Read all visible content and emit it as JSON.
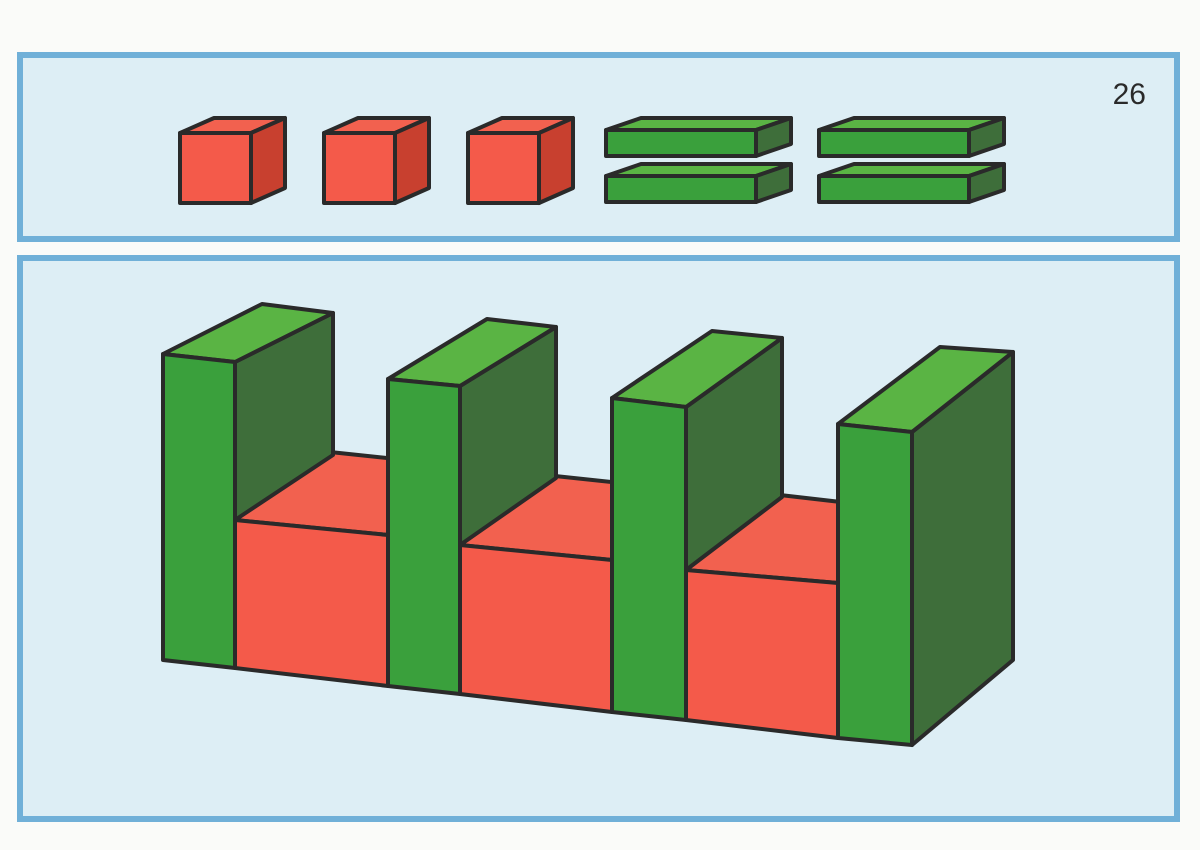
{
  "page": {
    "number": "26"
  },
  "colors": {
    "panel_border": "#70b0d8",
    "panel_background": "#ddeef5",
    "outline": "#2a2a2a",
    "red_front": "#f45a4a",
    "red_top": "#f2614f",
    "red_side": "#c8402f",
    "green_front": "#3aa03c",
    "green_top": "#5ab444",
    "green_side": "#3e6e3a"
  },
  "pieces_panel": {
    "cubes": [
      {
        "color": "red",
        "shape": "cube"
      },
      {
        "color": "red",
        "shape": "cube"
      },
      {
        "color": "red",
        "shape": "cube"
      }
    ],
    "plates": [
      {
        "color": "green",
        "shape": "flat-plate"
      },
      {
        "color": "green",
        "shape": "flat-plate"
      },
      {
        "color": "green",
        "shape": "flat-plate"
      },
      {
        "color": "green",
        "shape": "flat-plate"
      }
    ]
  },
  "construction": {
    "uprights": [
      {
        "color": "green",
        "shape": "standing-plate"
      },
      {
        "color": "green",
        "shape": "standing-plate"
      },
      {
        "color": "green",
        "shape": "standing-plate"
      },
      {
        "color": "green",
        "shape": "standing-plate"
      }
    ],
    "cubes": [
      {
        "color": "red",
        "shape": "cube"
      },
      {
        "color": "red",
        "shape": "cube"
      },
      {
        "color": "red",
        "shape": "cube"
      }
    ]
  }
}
